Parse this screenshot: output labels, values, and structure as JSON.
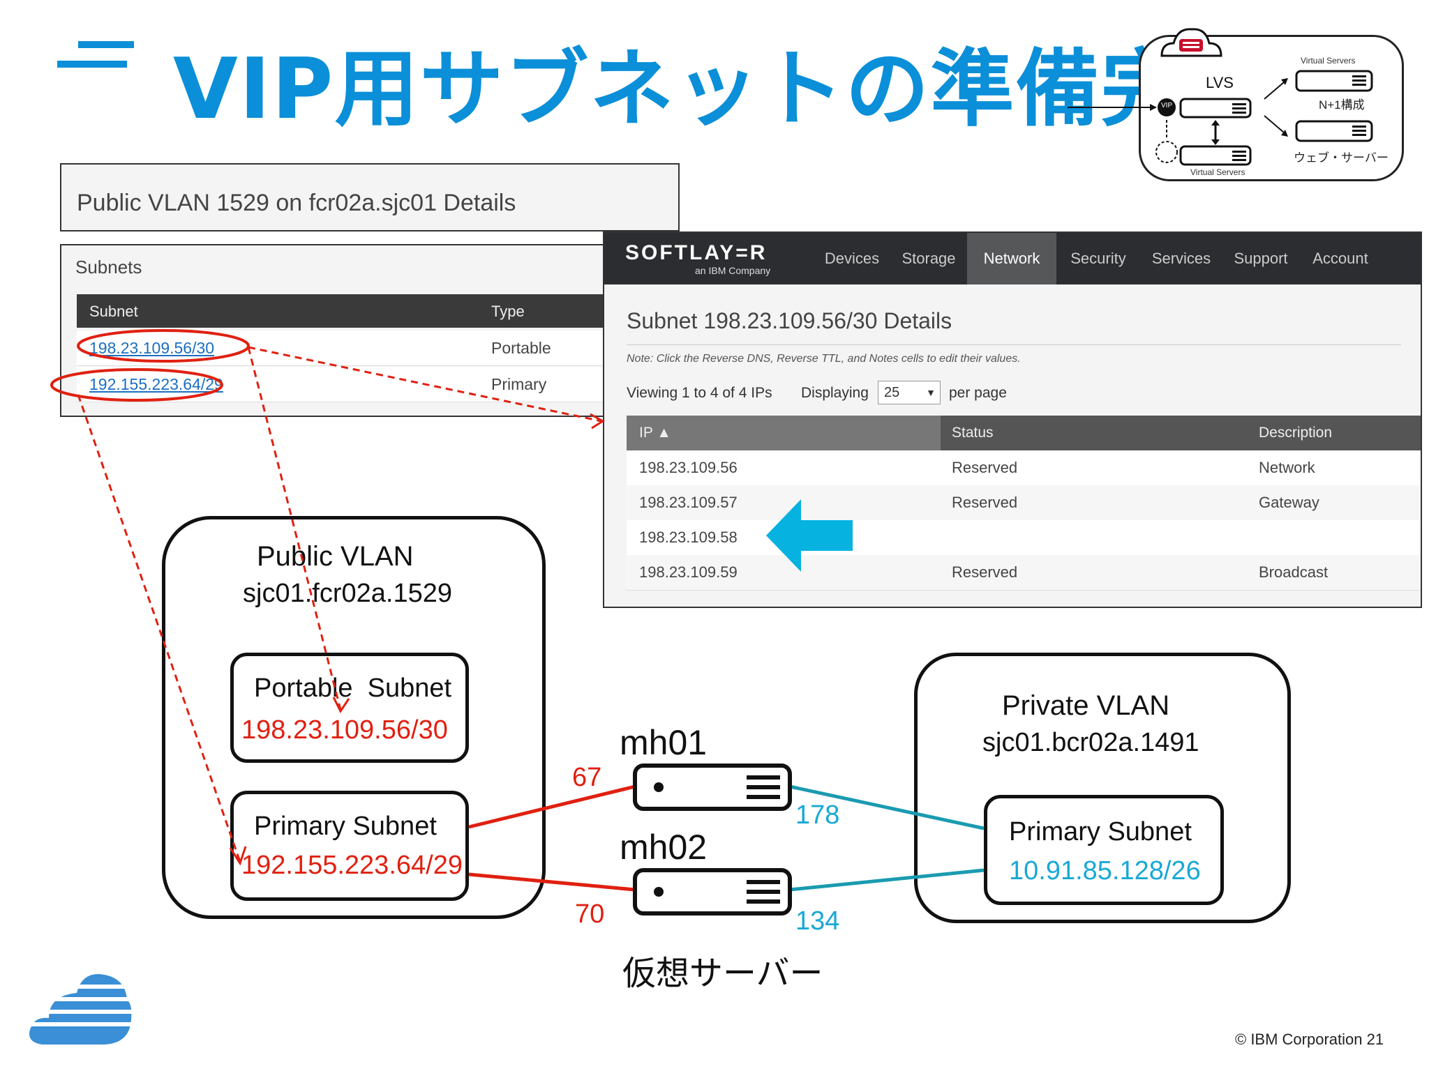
{
  "title": "VIP用サブネットの準備完了",
  "lvs_diagram": {
    "lvs_label": "LVS",
    "vip_label": "VIP",
    "virtual_servers_top": "Virtual Servers",
    "virtual_servers_bottom": "Virtual Servers",
    "n1_label": "N+1構成",
    "web_server_label": "ウェブ・サーバー"
  },
  "vlan_details": {
    "title": "Public VLAN 1529 on fcr02a.sjc01 Details",
    "subnets_heading": "Subnets",
    "columns": [
      "Subnet",
      "Type"
    ],
    "rows": [
      {
        "subnet": "198.23.109.56/30",
        "type": "Portable"
      },
      {
        "subnet": "192.155.223.64/29",
        "type": "Primary"
      }
    ]
  },
  "softlayer": {
    "logo": "SOFTLAY=R",
    "logo_sub": "an IBM Company",
    "nav": [
      "Devices",
      "Storage",
      "Network",
      "Security",
      "Services",
      "Support",
      "Account"
    ],
    "active_nav": "Network",
    "heading": "Subnet 198.23.109.56/30 Details",
    "note": "Note: Click the Reverse DNS, Reverse TTL, and Notes cells to edit their values.",
    "viewing": "Viewing 1 to 4 of 4 IPs",
    "displaying_label": "Displaying",
    "per_page_value": "25",
    "per_page_label": "per page",
    "columns": [
      "IP ▲",
      "Status",
      "Description"
    ],
    "rows": [
      {
        "ip": "198.23.109.56",
        "status": "Reserved",
        "description": "Network"
      },
      {
        "ip": "198.23.109.57",
        "status": "Reserved",
        "description": "Gateway"
      },
      {
        "ip": "198.23.109.58",
        "status": "",
        "description": ""
      },
      {
        "ip": "198.23.109.59",
        "status": "Reserved",
        "description": "Broadcast"
      }
    ]
  },
  "public_vlan": {
    "title": "Public VLAN",
    "name": "sjc01.fcr02a.1529",
    "portable_label": "Portable  Subnet",
    "portable_value": "198.23.109.56/30",
    "primary_label": "Primary Subnet",
    "primary_value": "192.155.223.64/29"
  },
  "private_vlan": {
    "title": "Private VLAN",
    "name": "sjc01.bcr02a.1491",
    "primary_label": "Primary Subnet",
    "primary_value": "10.91.85.128/26"
  },
  "servers": {
    "mh01": "mh01",
    "mh02": "mh02",
    "mh01_public": "67",
    "mh01_private": "178",
    "mh02_public": "70",
    "mh02_private": "134",
    "caption": "仮想サーバー"
  },
  "colors": {
    "title_blue": "#0a8fd8",
    "public_red": "#e02010",
    "private_teal": "#19a8d6",
    "arrow_cyan": "#06b3e0"
  },
  "footer": "© IBM Corporation  21"
}
